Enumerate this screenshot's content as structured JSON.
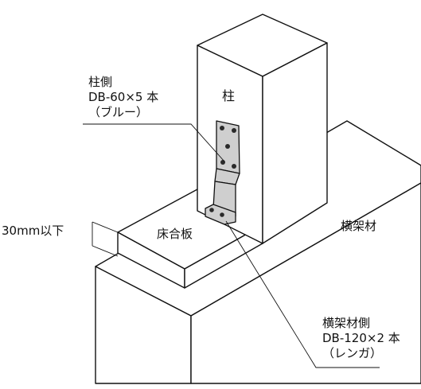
{
  "labels": {
    "column": "柱",
    "floor_board": "床合板",
    "beam": "横架材",
    "gap": "30mm以下",
    "column_side": {
      "line1": "柱側",
      "line2": "DB-60×5 本",
      "line3": "（ブルー）"
    },
    "beam_side": {
      "line1": "横架材側",
      "line2": "DB-120×2 本",
      "line3": "（レンガ）"
    }
  },
  "colors": {
    "stroke": "#111111",
    "face": "#ffffff",
    "bracket": "#cfcfcf",
    "hole": "#2a2a2a"
  }
}
